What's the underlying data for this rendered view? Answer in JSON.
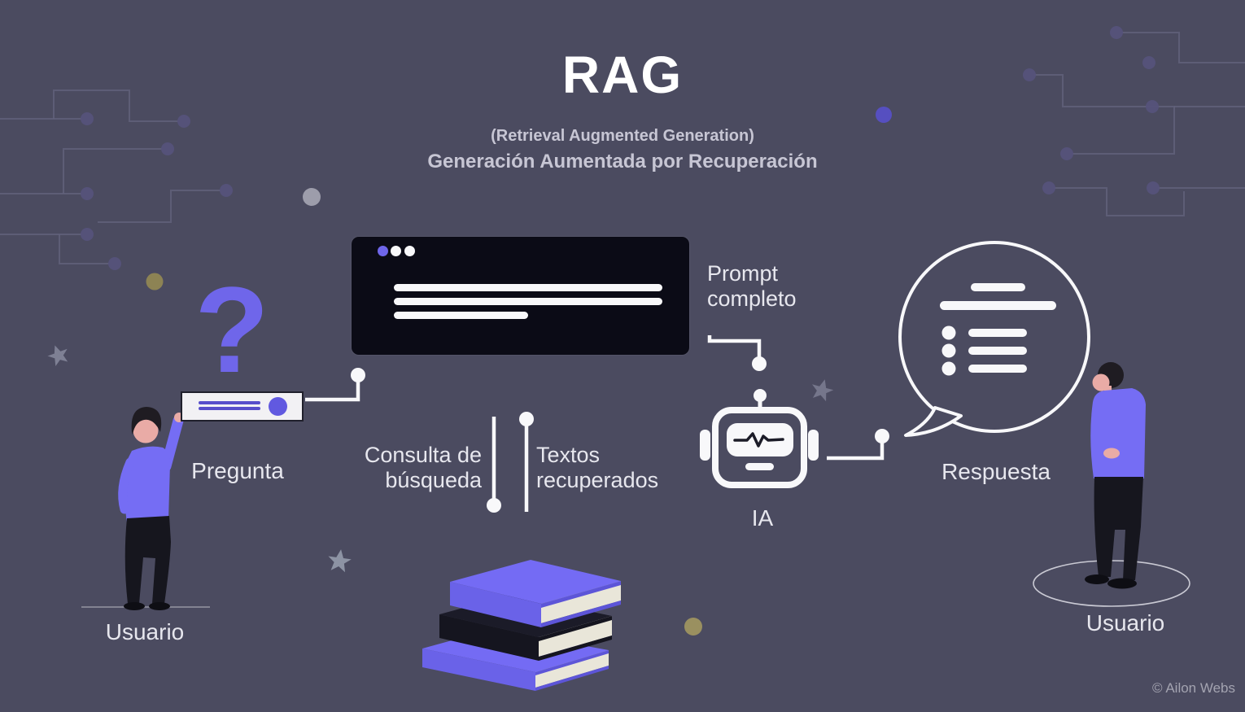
{
  "header": {
    "title": "RAG",
    "subtitle_en": "(Retrieval Augmented Generation)",
    "subtitle_es": "Generación Aumentada por Recuperación"
  },
  "flow": {
    "question_label": "Pregunta",
    "user_left_label": "Usuario",
    "search_query_lines": [
      "Consulta de",
      "búsqueda"
    ],
    "retrieved_lines": [
      "Textos",
      "recuperados"
    ],
    "prompt_lines": [
      "Prompt",
      "completo"
    ],
    "ai_label": "IA",
    "answer_label": "Respuesta",
    "user_right_label": "Usuario"
  },
  "footer": {
    "credit": "© Ailon Webs"
  },
  "icons": {
    "question_mark": "?"
  },
  "colors": {
    "background": "#4b4b60",
    "accent_purple": "#6f66ea",
    "panel_dark": "#0b0b16",
    "paper": "#f2f1f4",
    "white": "#f8f8fa",
    "text_light": "#e7e7ee",
    "text_muted": "#c7c6d4",
    "credit_gray": "#a3a3b0",
    "line_gray": "#63637e",
    "node_purple": "#55527a",
    "star_gray": "#8f91a5",
    "gray_circle": "#9d9dab",
    "gold": "#9a9060",
    "olive": "#8d8354",
    "book_page": "#e9e6d9",
    "skin": "#e9aba6",
    "hair_dark": "#1f1c22",
    "pants_black": "#16161e",
    "shirt_purple": "#756df4",
    "search_line": "#574ecb",
    "pulse_dark": "#1c1c28"
  }
}
